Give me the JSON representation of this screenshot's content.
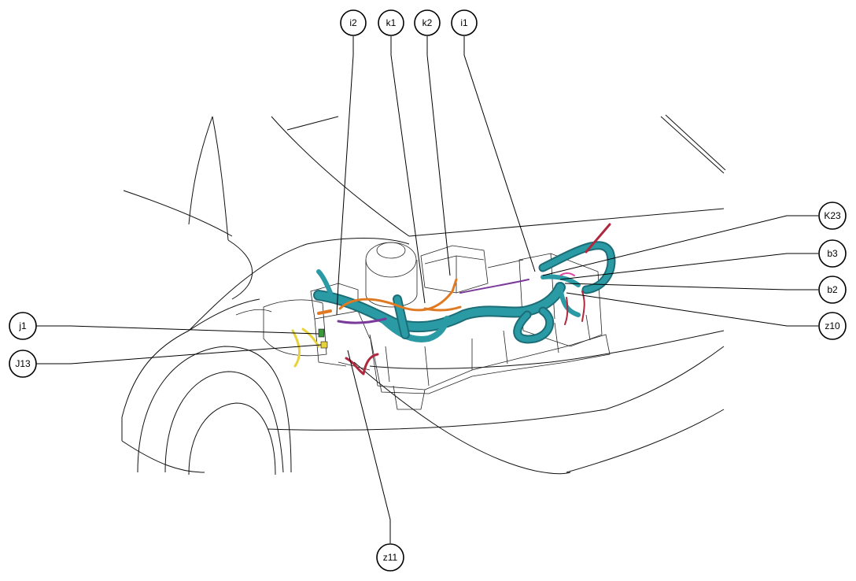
{
  "callouts": {
    "i2": "i2",
    "k1": "k1",
    "k2": "k2",
    "i1": "i1",
    "K23": "K23",
    "b3": "b3",
    "b2": "b2",
    "z10": "z10",
    "j1": "j1",
    "J13": "J13",
    "z11": "z11"
  },
  "colors": {
    "harness_teal": "#2a9aa5",
    "harness_teal_dark": "#1d6d77",
    "wire_orange": "#e07a22",
    "wire_purple": "#7a3a9a",
    "wire_red": "#b0283e",
    "wire_yellow": "#e8d23a",
    "wire_green": "#3a9a3a",
    "outline": "#111111"
  }
}
